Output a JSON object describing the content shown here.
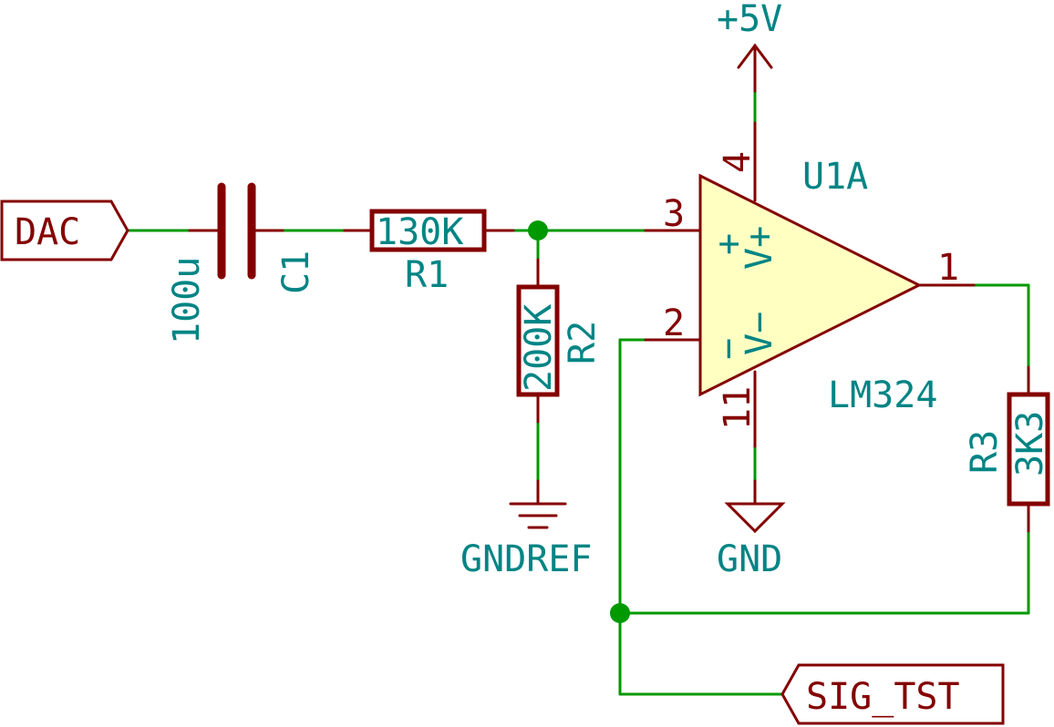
{
  "labels": {
    "dac": "DAC",
    "sig_tst": "SIG_TST"
  },
  "power": {
    "vcc": "+5V",
    "gnd": "GND",
    "gndref": "GNDREF"
  },
  "components": {
    "c1": {
      "ref": "C1",
      "value": "100u"
    },
    "r1": {
      "ref": "R1",
      "value": "130K"
    },
    "r2": {
      "ref": "R2",
      "value": "200K"
    },
    "r3": {
      "ref": "R3",
      "value": "3K3"
    },
    "u1": {
      "ref": "U1A",
      "value": "LM324"
    }
  },
  "opamp": {
    "pins": {
      "out": "1",
      "inv": "2",
      "noninv": "3",
      "vplus": "4",
      "vminus": "11"
    },
    "symbols": {
      "plus": "+",
      "minus": "−",
      "vplus": "V+",
      "vminus": "V−"
    }
  },
  "colors": {
    "wire": "#009900",
    "component": "#840000",
    "fill": "#ffffc2",
    "text": "#008484"
  }
}
